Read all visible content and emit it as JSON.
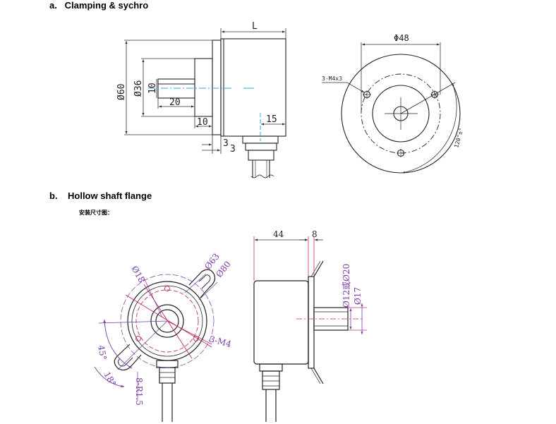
{
  "section_a": {
    "title": "a.   Clamping & sychro",
    "side_view": {
      "length_label": "L",
      "dia_outer": "Ø60",
      "dia_pilot": "Ø36",
      "dia_shaft": "10",
      "shaft_length": "20",
      "pilot_length": "10",
      "cable_offset": "15",
      "flange_1": "3",
      "flange_2": "3"
    },
    "front_view": {
      "dia": "Φ48",
      "holes": "3-M4x3",
      "angle": "120°±°"
    }
  },
  "section_b": {
    "title": "b.    Hollow shaft flange",
    "subtitle": "安装尺寸图：",
    "front_view": {
      "dia_18": "Ø18",
      "dia_63": "Ø63",
      "dia_80": "Ø80",
      "holes": "3-M4",
      "angle_45": "45°",
      "angle_18": "18°",
      "slots": "8-R1.5"
    },
    "side_view": {
      "length": "44",
      "flange": "8",
      "bore": "Ø12或Ø20",
      "dia_17": "Ø17"
    }
  },
  "colors": {
    "line": "#222222",
    "dim": "#333333",
    "center": "#2aa8d8",
    "pink": "#c0306a",
    "purple": "#7a3aa8"
  }
}
